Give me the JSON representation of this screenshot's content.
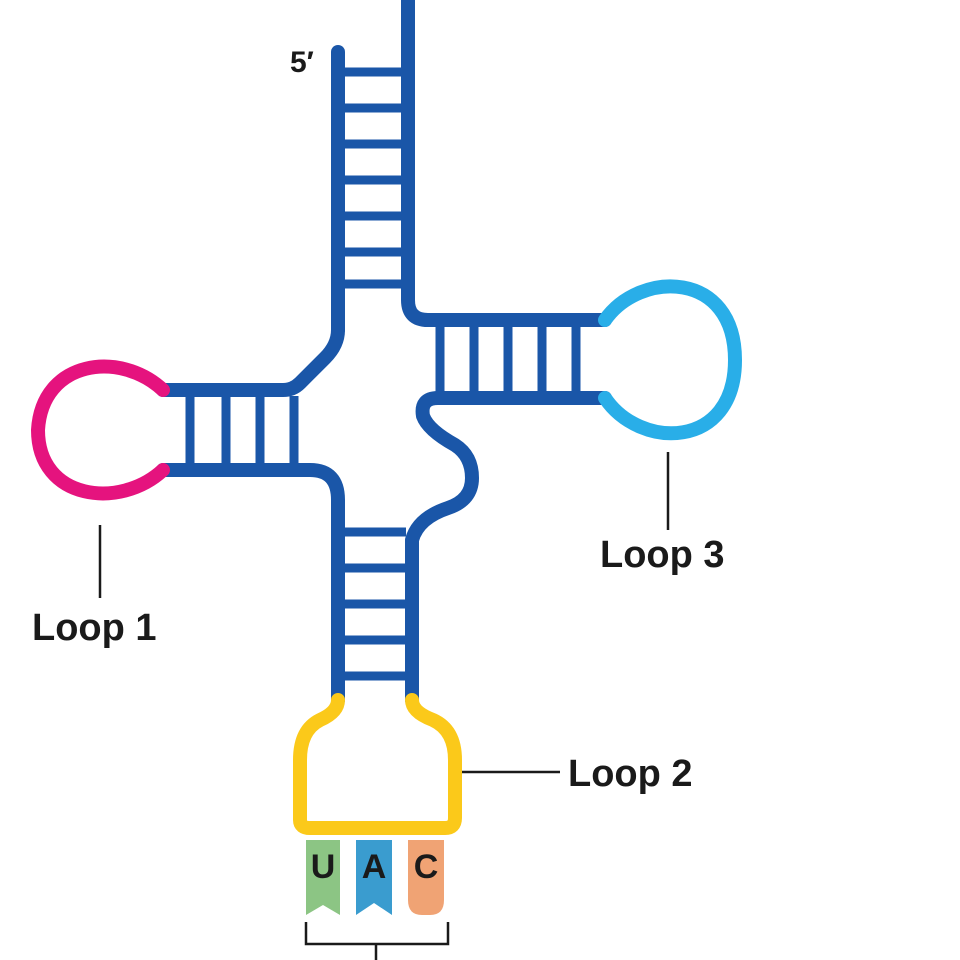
{
  "labels": {
    "five_prime": "5′",
    "loop1": "Loop 1",
    "loop2": "Loop 2",
    "loop3": "Loop 3"
  },
  "anticodon": {
    "bases": [
      {
        "letter": "U",
        "color": "#8cc584"
      },
      {
        "letter": "A",
        "color": "#3a9ccf"
      },
      {
        "letter": "C",
        "color": "#f0a374"
      }
    ]
  },
  "colors": {
    "backbone": "#1a56a8",
    "loop1": "#e5137e",
    "loop2": "#fbc91a",
    "loop3": "#29aee8",
    "text": "#1a1a1a"
  }
}
